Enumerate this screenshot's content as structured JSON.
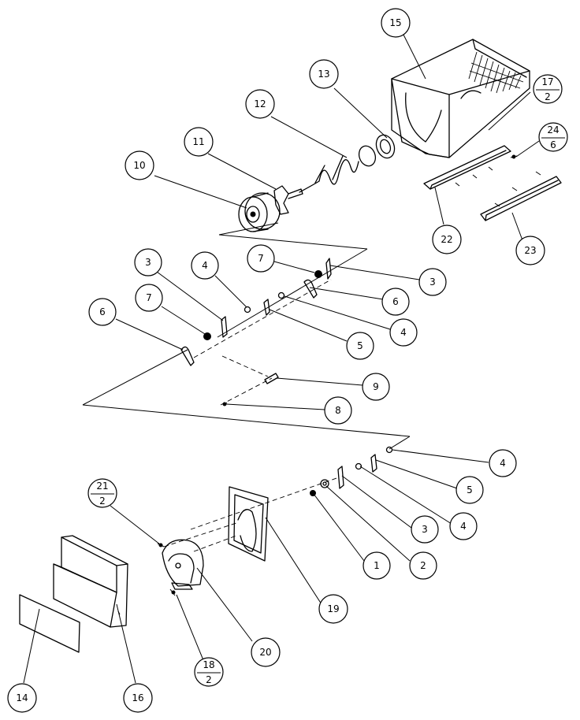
{
  "callouts": [
    {
      "id": "c15",
      "label": "15"
    },
    {
      "id": "c13",
      "label": "13"
    },
    {
      "id": "c12",
      "label": "12"
    },
    {
      "id": "c11",
      "label": "11"
    },
    {
      "id": "c10",
      "label": "10"
    },
    {
      "id": "c22",
      "label": "22"
    },
    {
      "id": "c23",
      "label": "23"
    },
    {
      "id": "c3a",
      "label": "3"
    },
    {
      "id": "c4a",
      "label": "4"
    },
    {
      "id": "c7a",
      "label": "7"
    },
    {
      "id": "c3b",
      "label": "3"
    },
    {
      "id": "c7b",
      "label": "7"
    },
    {
      "id": "c6a",
      "label": "6"
    },
    {
      "id": "c6b",
      "label": "6"
    },
    {
      "id": "c4b",
      "label": "4"
    },
    {
      "id": "c5a",
      "label": "5"
    },
    {
      "id": "c9",
      "label": "9"
    },
    {
      "id": "c8",
      "label": "8"
    },
    {
      "id": "c4c",
      "label": "4"
    },
    {
      "id": "c5b",
      "label": "5"
    },
    {
      "id": "c4d",
      "label": "4"
    },
    {
      "id": "c3c",
      "label": "3"
    },
    {
      "id": "c2",
      "label": "2"
    },
    {
      "id": "c1",
      "label": "1"
    },
    {
      "id": "c19",
      "label": "19"
    },
    {
      "id": "c20",
      "label": "20"
    },
    {
      "id": "c14",
      "label": "14"
    },
    {
      "id": "c16",
      "label": "16"
    }
  ],
  "fraction_callouts": [
    {
      "id": "f17",
      "top": "17",
      "bottom": "2"
    },
    {
      "id": "f24",
      "top": "24",
      "bottom": "6"
    },
    {
      "id": "f21",
      "top": "21",
      "bottom": "2"
    },
    {
      "id": "f18",
      "top": "18",
      "bottom": "2"
    }
  ]
}
